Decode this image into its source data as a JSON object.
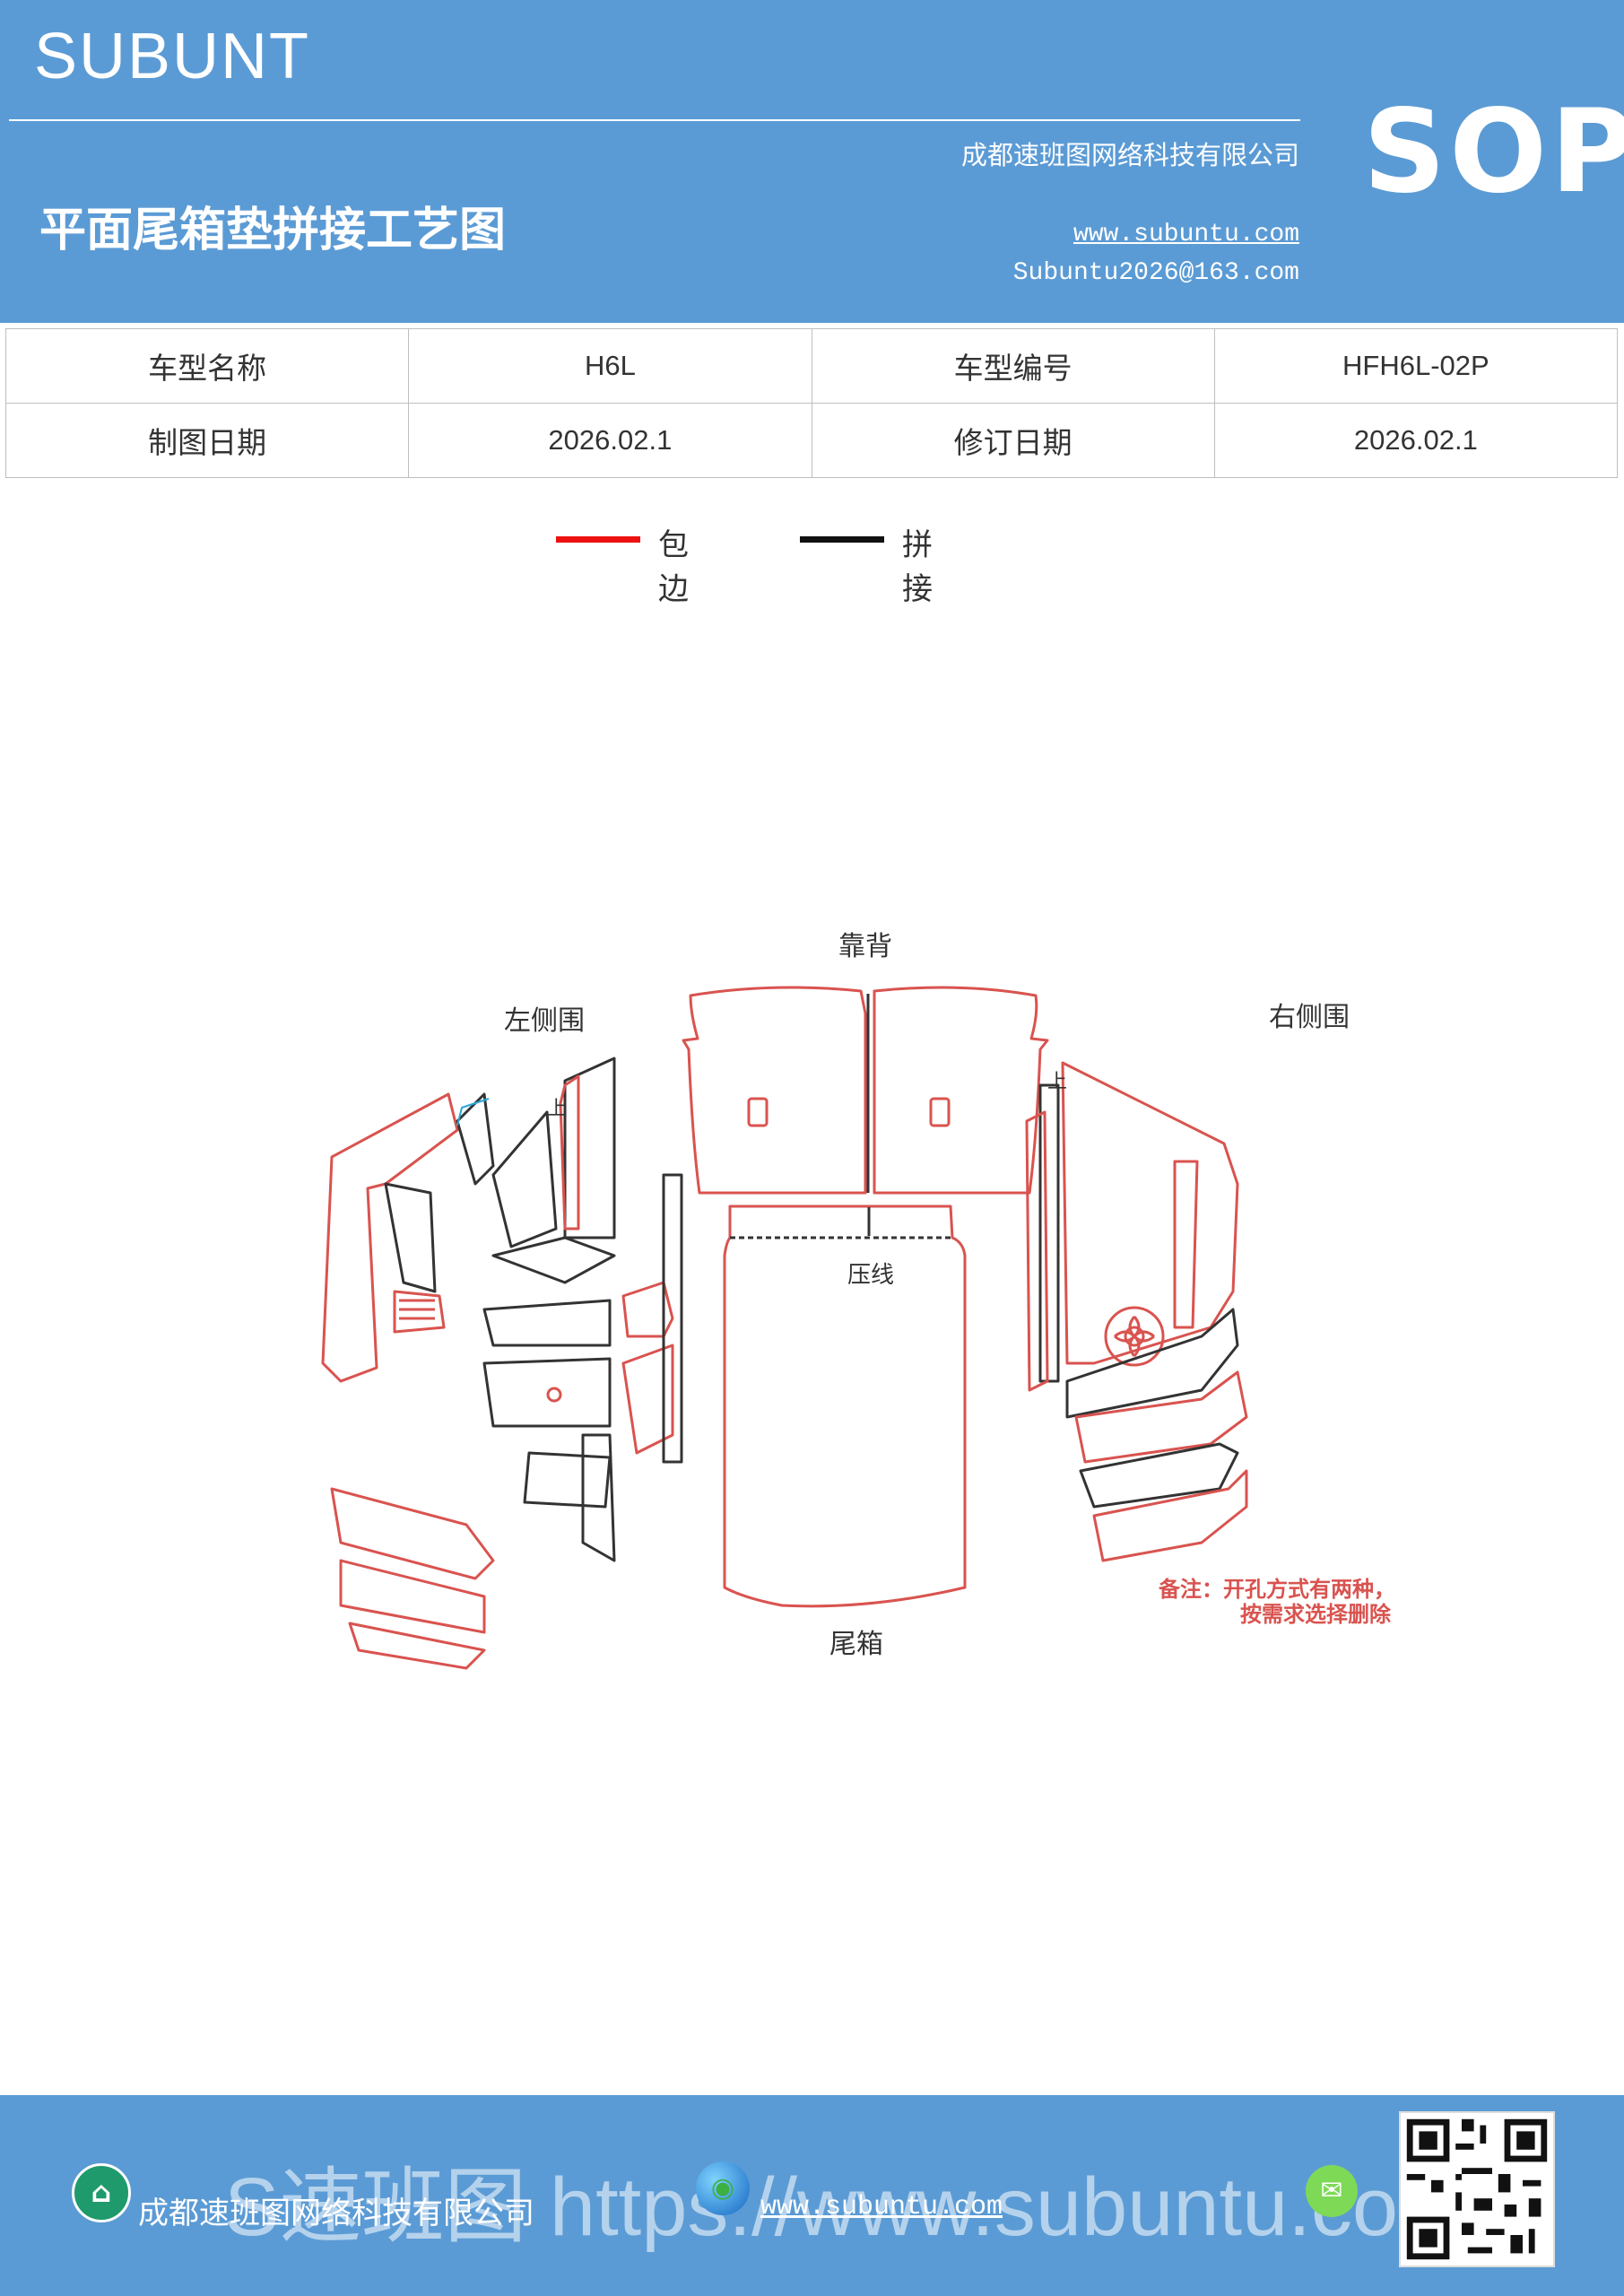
{
  "header": {
    "brand": "SUBUNT",
    "title": "平面尾箱垫拼接工艺图",
    "company": "成都速班图网络科技有限公司",
    "website": "www.subuntu.com",
    "email": "Subuntu2026@163.com",
    "badge": "SOP"
  },
  "info_table": {
    "row1": {
      "label1": "车型名称",
      "value1": "H6L",
      "label2": "车型编号",
      "value2": "HFH6L-02P"
    },
    "row2": {
      "label1": "制图日期",
      "value1": "2026.02.1",
      "label2": "修订日期",
      "value2": "2026.02.1"
    }
  },
  "legend": {
    "items": [
      {
        "label": "包边",
        "color": "#ee1111"
      },
      {
        "label": "拼接",
        "color": "#111111"
      }
    ]
  },
  "diagram": {
    "labels": {
      "backrest": "靠背",
      "left_side": "左侧围",
      "right_side": "右侧围",
      "press_line": "压线",
      "trunk": "尾箱",
      "up_left": "上",
      "up_right": "上",
      "note_line1": "备注：开孔方式有两种，",
      "note_line2": "按需求选择删除"
    },
    "colors": {
      "edge": "#d9534f",
      "seam": "#333333",
      "highlight": "#2aa7d8",
      "note": "#d9534f"
    }
  },
  "footer": {
    "company": "成都速班图网络科技有限公司",
    "website": "www.subuntu.com",
    "watermark": "S速班图 https://www.subuntu.com"
  }
}
